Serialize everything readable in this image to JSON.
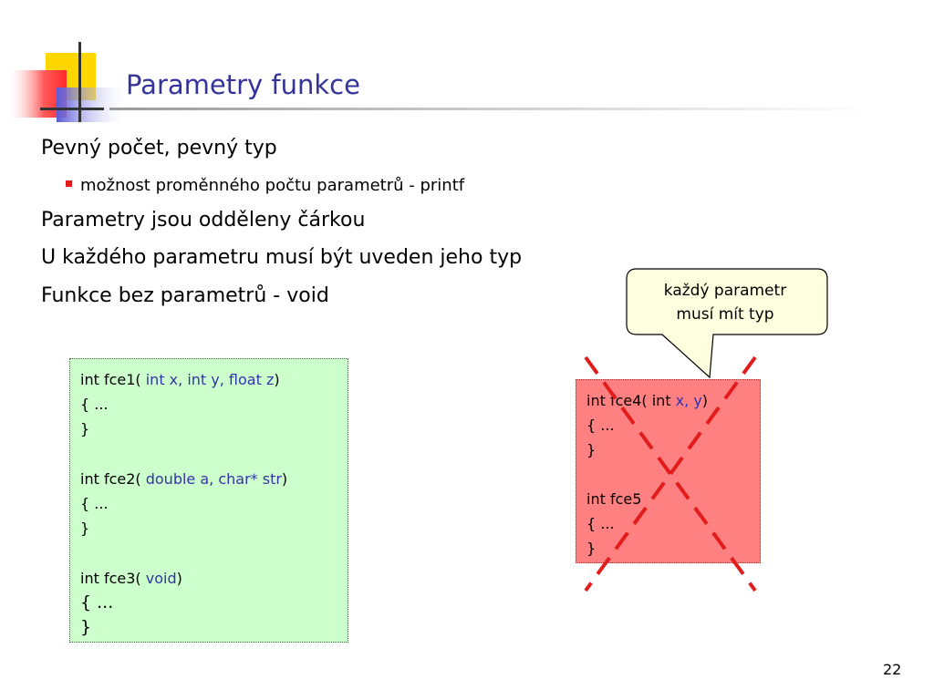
{
  "slide": {
    "title": "Parametry funkce",
    "page_number": "22"
  },
  "bullets": [
    {
      "text": "Pevný počet, pevný typ",
      "level": 1
    },
    {
      "text": "možnost proměnného počtu parametrů - printf",
      "level": 2
    },
    {
      "text": "Parametry jsou odděleny čárkou",
      "level": 1
    },
    {
      "text": "U každého parametru musí být uveden jeho typ",
      "level": 1
    },
    {
      "text": "Funkce bez parametrů - void",
      "level": 1
    }
  ],
  "code_valid": {
    "fce1": {
      "prefix": "int fce1( ",
      "params": "int x, int y, float z",
      "suffix": ")",
      "body_open": "{ ...",
      "body_close": "}"
    },
    "fce2": {
      "prefix": "int fce2( ",
      "params": "double a, char* str",
      "suffix": ")",
      "body_open": "{ ...",
      "body_close": "}"
    },
    "fce3": {
      "prefix": "int fce3( ",
      "params": "void",
      "suffix": ")",
      "body_open": "{ ...",
      "body_close": "}"
    }
  },
  "code_invalid": {
    "fce4": {
      "prefix": "int fce4( int ",
      "params": "x, y",
      "suffix": ")",
      "body_open": "{ ...",
      "body_close": "}"
    },
    "fce5": {
      "prefix": "int fce5",
      "body_open": "{ ...",
      "body_close": "}"
    }
  },
  "callout": {
    "line1": "každý parametr",
    "line2": "musí mít typ"
  },
  "colors": {
    "title": "#33339a",
    "bullet_marker": "#e21b1b",
    "code_valid_bg": "#ccffcc",
    "code_invalid_bg": "#ff8080",
    "callout_bg": "#ffffe0",
    "cross": "#e21b1b",
    "param_text": "#3333aa"
  }
}
